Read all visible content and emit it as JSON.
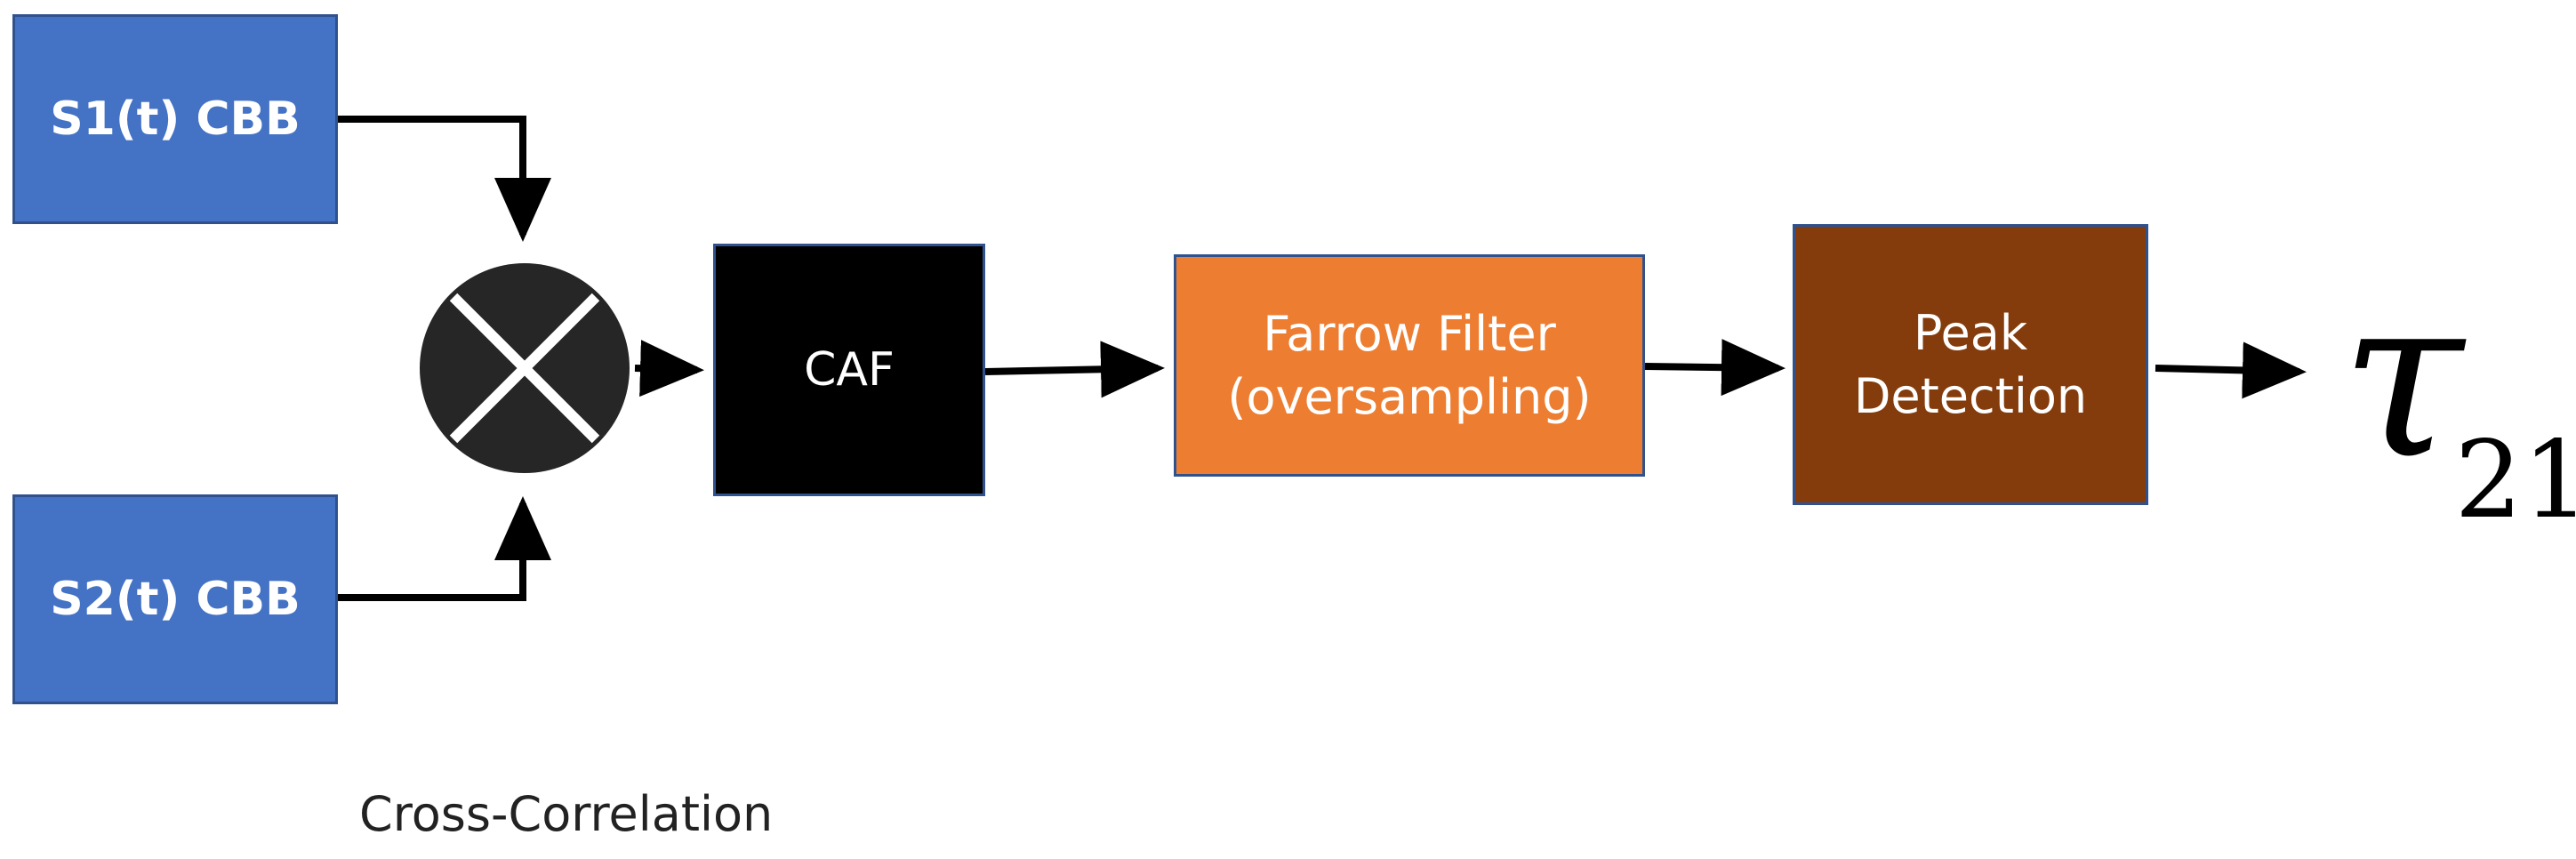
{
  "blocks": {
    "s1": "S1(t) CBB",
    "s2": "S2(t) CBB",
    "caf": "CAF",
    "farrow": "Farrow Filter\n(oversampling)",
    "peak": "Peak\nDetection"
  },
  "caption": "Cross-Correlation",
  "output": {
    "symbol": "τ",
    "subscript": "21"
  },
  "colors": {
    "source_block": "#4472c4",
    "caf_block": "#000000",
    "farrow_block": "#ed7d31",
    "peak_block": "#843c0c",
    "block_border": "#2f528f",
    "multiplier": "#262626"
  }
}
